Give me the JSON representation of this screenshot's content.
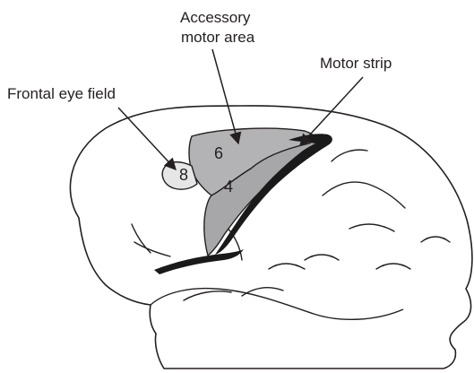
{
  "labels": {
    "accessory_line1": "Accessory",
    "accessory_line2": "motor area",
    "motor_strip": "Motor strip",
    "frontal_eye_field": "Frontal eye field"
  },
  "areas": {
    "premotor": "6",
    "motor": "4",
    "frontal_eye": "8"
  },
  "colors": {
    "outline": "#231f20",
    "area_6_fill": "#b3b3b5",
    "area_4_fill": "#a7a7a9",
    "area_8_fill": "#e6e6e7",
    "sulcus_fill": "#1a1a1a"
  }
}
